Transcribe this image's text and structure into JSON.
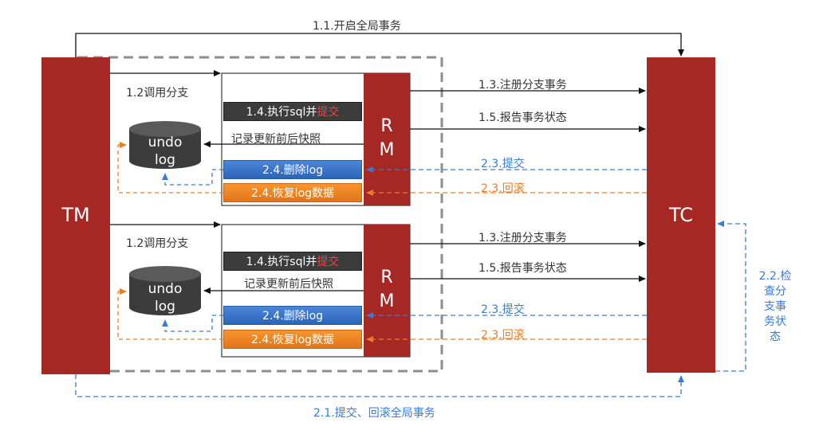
{
  "tm": {
    "label": "TM"
  },
  "tc": {
    "label": "TC"
  },
  "rm": {
    "line1": "R",
    "line2": "M"
  },
  "top_arrow": "1.1.开启全局事务",
  "bottom_arrow": "2.1.提交、回滚全局事务",
  "check_status": {
    "lines": [
      "2.2.检",
      "查分",
      "支事",
      "务状",
      "态"
    ]
  },
  "branches": [
    {
      "call_branch": "1.2调用分支",
      "exec_prefix": "1.4.执行sql并",
      "exec_commit": "提交",
      "snapshot": "记录更新前后快照",
      "delete_log": "2.4.删除log",
      "restore_log": "2.4.恢复log数据",
      "register": "1.3.注册分支事务",
      "report": "1.5.报告事务状态",
      "commit": "2.3.提交",
      "rollback": "2.3.回滚",
      "db_line1": "undo",
      "db_line2": "log"
    },
    {
      "call_branch": "1.2调用分支",
      "exec_prefix": "1.4.执行sql并",
      "exec_commit": "提交",
      "snapshot": "记录更新前后快照",
      "delete_log": "2.4.删除log",
      "restore_log": "2.4.恢复log数据",
      "register": "1.3.注册分支事务",
      "report": "1.5.报告事务状态",
      "commit": "2.3.提交",
      "rollback": "2.3.回滚",
      "db_line1": "undo",
      "db_line2": "log"
    }
  ],
  "colors": {
    "red": "#a52825",
    "blue": "#3a7bd5",
    "orange": "#ee7d22",
    "dark": "#3c3c3c"
  }
}
